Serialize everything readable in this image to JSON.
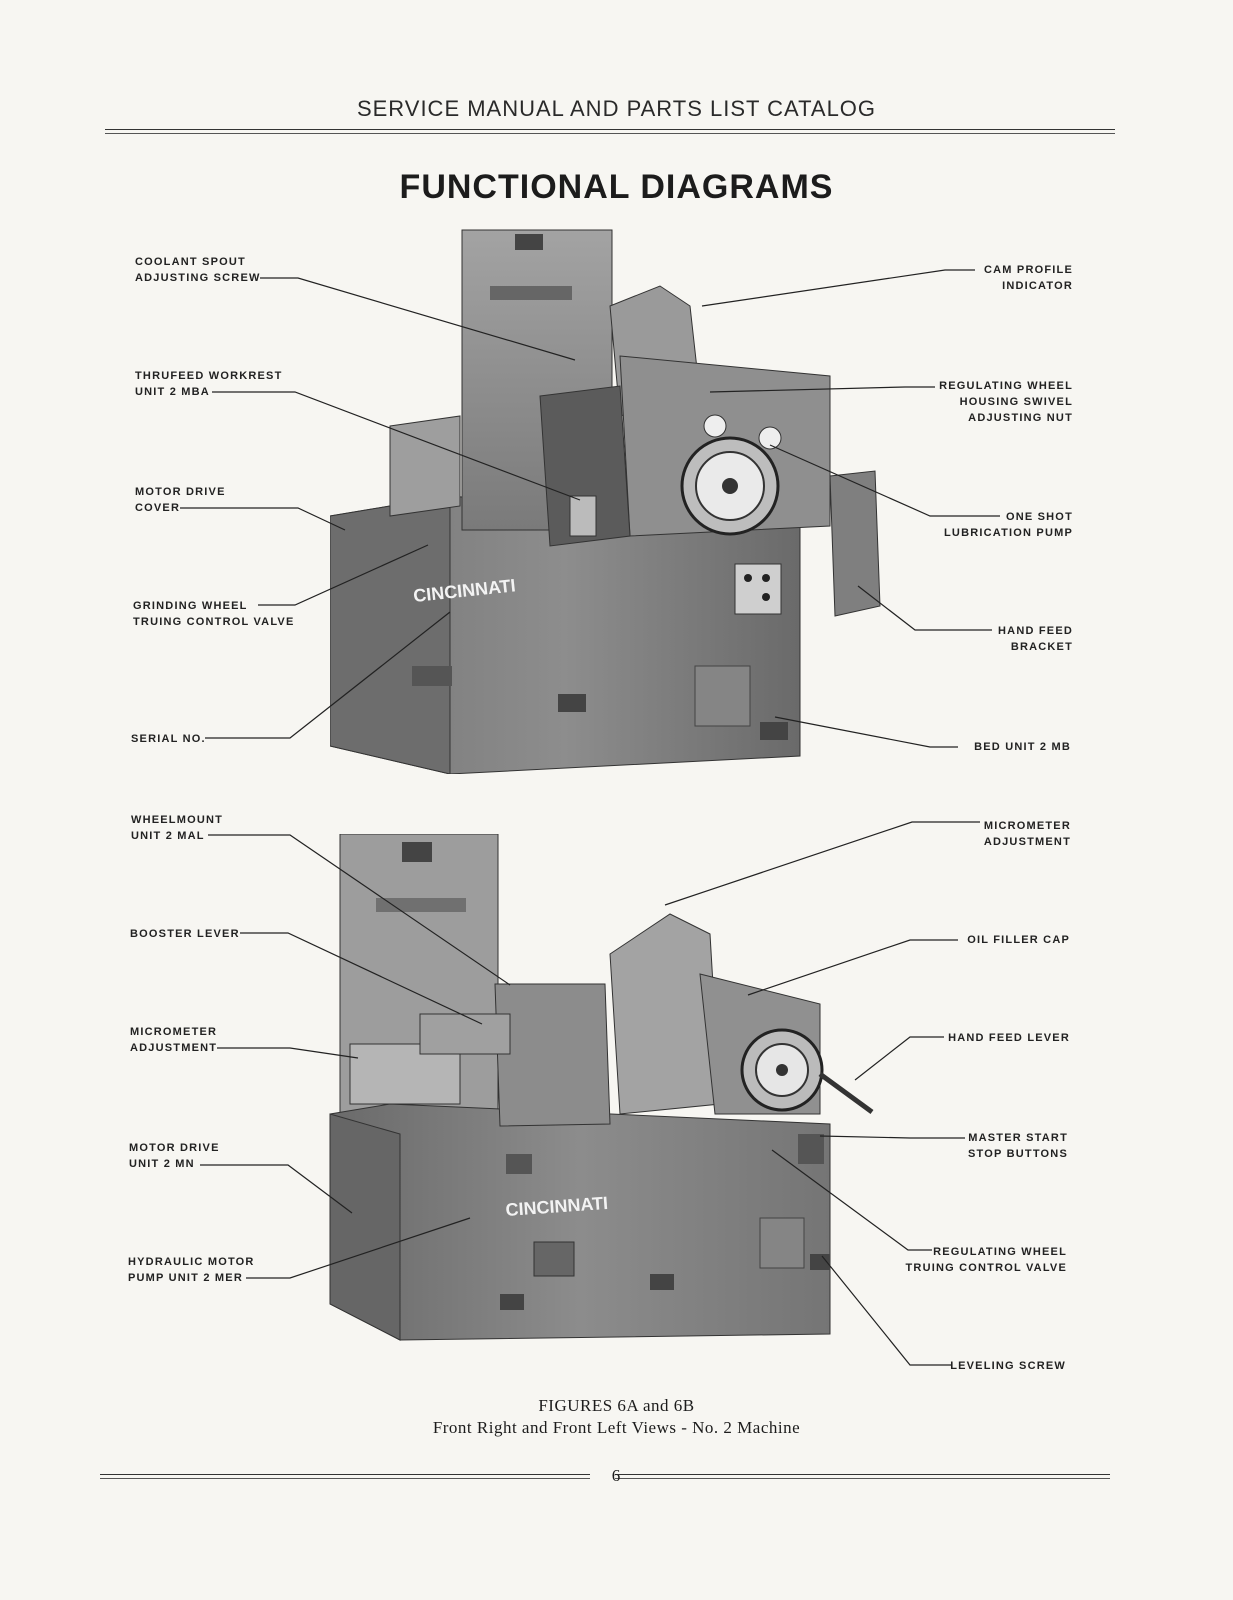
{
  "header": {
    "running_title": "SERVICE MANUAL AND PARTS LIST CATALOG"
  },
  "page_title": "FUNCTIONAL DIAGRAMS",
  "figure_a": {
    "brand_text": "CINCINNATI",
    "labels_left": [
      {
        "lines": [
          "COOLANT SPOUT",
          "ADJUSTING SCREW"
        ]
      },
      {
        "lines": [
          "THRUFEED WORKREST",
          "UNIT 2 MBA"
        ]
      },
      {
        "lines": [
          "MOTOR DRIVE",
          "COVER"
        ]
      },
      {
        "lines": [
          "GRINDING WHEEL",
          "TRUING CONTROL VALVE"
        ]
      },
      {
        "lines": [
          "SERIAL NO."
        ]
      }
    ],
    "labels_right": [
      {
        "lines": [
          "CAM PROFILE",
          "INDICATOR"
        ]
      },
      {
        "lines": [
          "REGULATING WHEEL",
          "HOUSING SWIVEL",
          "ADJUSTING NUT"
        ]
      },
      {
        "lines": [
          "ONE SHOT",
          "LUBRICATION PUMP"
        ]
      },
      {
        "lines": [
          "HAND FEED",
          "BRACKET"
        ]
      },
      {
        "lines": [
          "BED UNIT 2 MB"
        ]
      }
    ]
  },
  "figure_b": {
    "brand_text": "CINCINNATI",
    "labels_left": [
      {
        "lines": [
          "WHEELMOUNT",
          "UNIT 2 MAL"
        ]
      },
      {
        "lines": [
          "BOOSTER LEVER"
        ]
      },
      {
        "lines": [
          "MICROMETER",
          "ADJUSTMENT"
        ]
      },
      {
        "lines": [
          "MOTOR DRIVE",
          "UNIT 2 MN"
        ]
      },
      {
        "lines": [
          "HYDRAULIC MOTOR",
          "PUMP UNIT 2 MER"
        ]
      }
    ],
    "labels_right": [
      {
        "lines": [
          "MICROMETER",
          "ADJUSTMENT"
        ]
      },
      {
        "lines": [
          "OIL FILLER CAP"
        ]
      },
      {
        "lines": [
          "HAND FEED LEVER"
        ]
      },
      {
        "lines": [
          "MASTER START",
          "STOP BUTTONS"
        ]
      },
      {
        "lines": [
          "REGULATING WHEEL",
          "TRUING CONTROL VALVE"
        ]
      },
      {
        "lines": [
          "LEVELING SCREW"
        ]
      }
    ]
  },
  "caption": {
    "line1": "FIGURES 6A and 6B",
    "line2": "Front Right and Front Left Views - No. 2 Machine"
  },
  "page_number": "6"
}
